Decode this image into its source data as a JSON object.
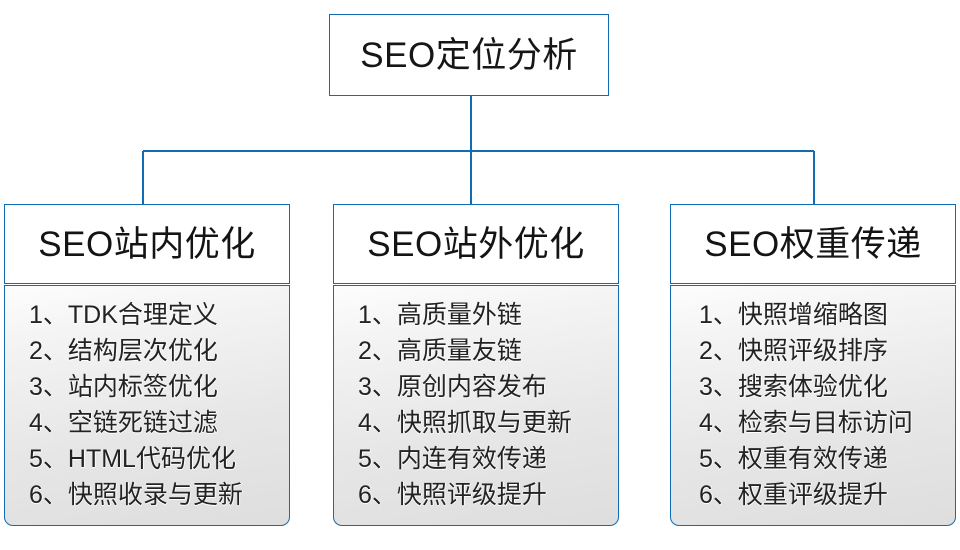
{
  "diagram": {
    "type": "org-chart",
    "colors": {
      "border": "#0f6cb5",
      "connector": "#0f6cb5",
      "head_fill": "#ffffff",
      "body_fill_top": "#fdfdfd",
      "body_fill_bottom": "#dedede",
      "text": "#1a1a1a"
    },
    "root": {
      "title": "SEO定位分析"
    },
    "branches": [
      {
        "title": "SEO站内优化",
        "items": [
          "1、TDK合理定义",
          "2、结构层次优化",
          "3、站内标签优化",
          "4、空链死链过滤",
          "5、HTML代码优化",
          "6、快照收录与更新"
        ]
      },
      {
        "title": "SEO站外优化",
        "items": [
          "1、高质量外链",
          "2、高质量友链",
          "3、原创内容发布",
          "4、快照抓取与更新",
          "5、内连有效传递",
          "6、快照评级提升"
        ]
      },
      {
        "title": "SEO权重传递",
        "items": [
          "1、快照增缩略图",
          "2、快照评级排序",
          "3、搜索体验优化",
          "4、检索与目标访问",
          "5、权重有效传递",
          "6、权重评级提升"
        ]
      }
    ]
  }
}
